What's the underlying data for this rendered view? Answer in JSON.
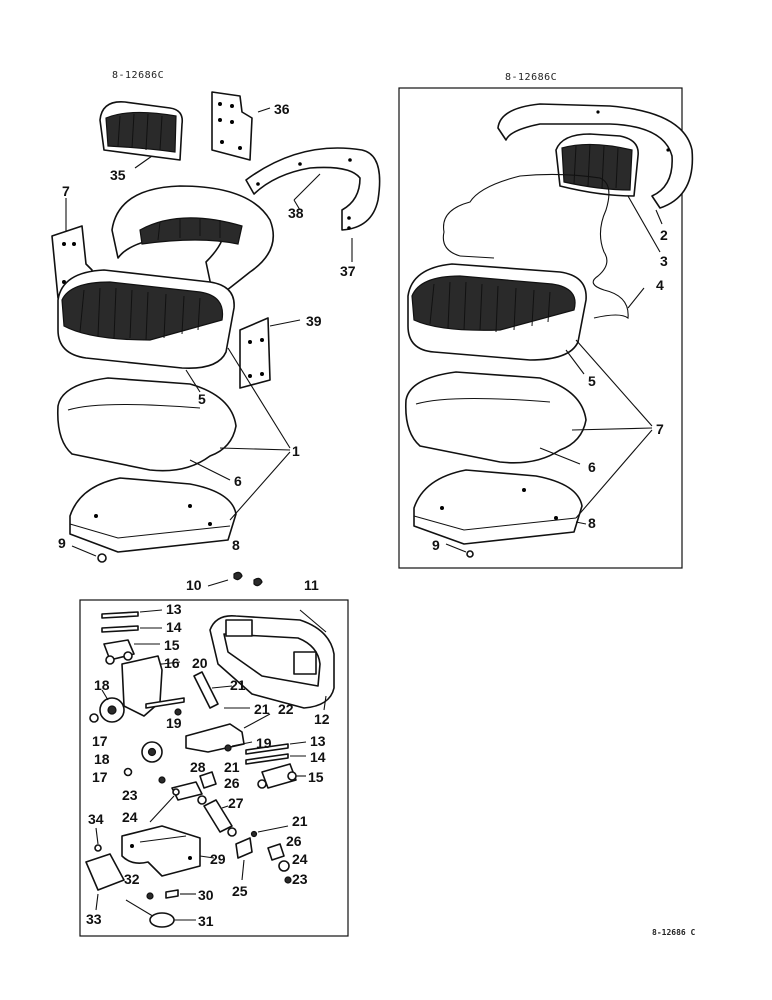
{
  "reference_top_left": "8-12686C",
  "reference_top_right": "8-12686C",
  "reference_bottom_right": "8-12686 C",
  "callouts_left": [
    "35",
    "36",
    "38",
    "37",
    "7",
    "39",
    "5",
    "1",
    "6",
    "8",
    "9"
  ],
  "callouts_right": [
    "2",
    "3",
    "4",
    "5",
    "7",
    "6",
    "8",
    "9"
  ],
  "callouts_hardware": [
    "10",
    "11",
    "12",
    "13",
    "14",
    "15",
    "16",
    "20",
    "21",
    "18",
    "19",
    "17",
    "21",
    "22",
    "19",
    "13",
    "14",
    "15",
    "18",
    "17",
    "23",
    "28",
    "21",
    "26",
    "24",
    "27",
    "34",
    "21",
    "26",
    "29",
    "24",
    "23",
    "32",
    "30",
    "25",
    "33",
    "31"
  ]
}
